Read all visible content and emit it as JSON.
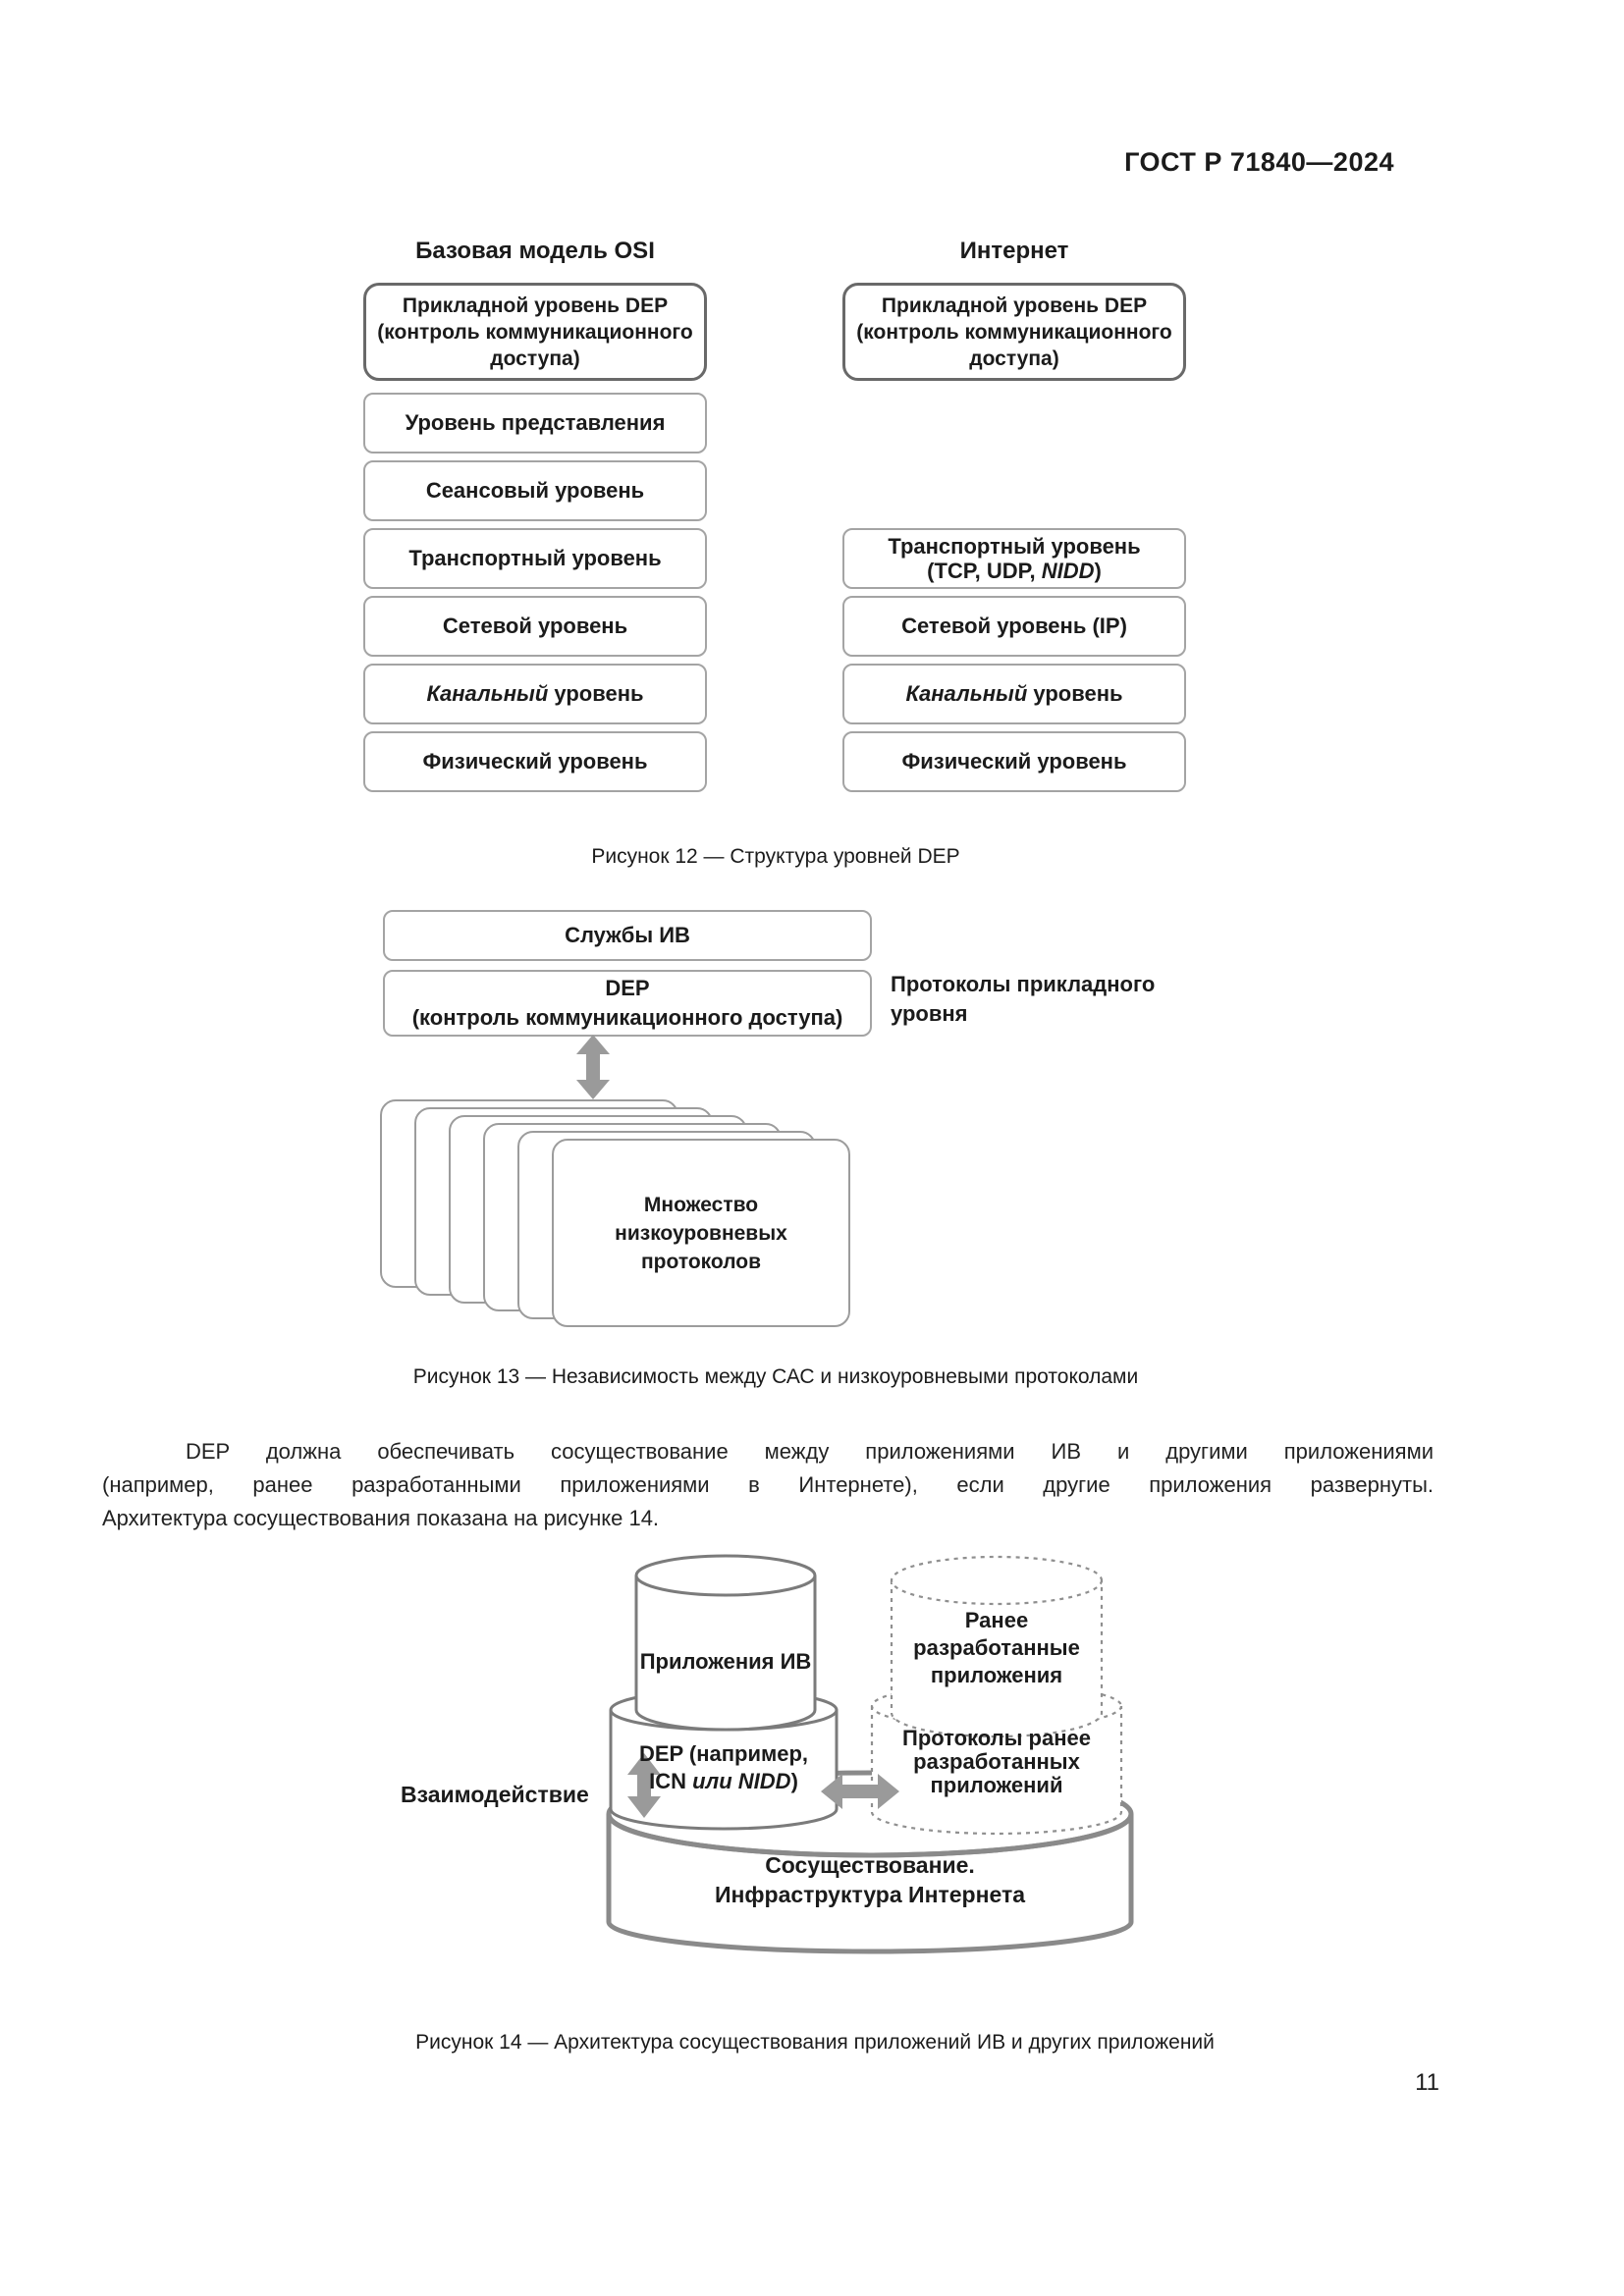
{
  "header": {
    "doc_number": "ГОСТ Р 71840—2024"
  },
  "page_number": "11",
  "figure12": {
    "left_header": "Базовая модель OSI",
    "right_header": "Интернет",
    "app_line1": "Прикладной уровень DEP",
    "app_line2": "(контроль коммуникационного",
    "app_line3": "доступа)",
    "presentation": "Уровень представления",
    "session": "Сеансовый уровень",
    "transport_left": "Транспортный уровень",
    "network_left": "Сетевой уровень",
    "datalink_italic": "Канальный",
    "datalink_rest": " уровень",
    "physical": "Физический уровень",
    "transport_right_line1": "Транспортный уровень",
    "transport_right_l2_pre": "(TCP, UDP, ",
    "transport_right_l2_italic": "NIDD",
    "transport_right_l2_post": ")",
    "network_right": "Сетевой уровень (IP)",
    "caption": "Рисунок 12 — Структура уровней DEP"
  },
  "figure13": {
    "services": "Службы ИВ",
    "dep_line1": "DEP",
    "dep_line2": "(контроль коммуникационного доступа)",
    "side_label_line1": "Протоколы прикладного",
    "side_label_line2": "уровня",
    "stack_line1": "Множество",
    "stack_line2": "низкоуровневых",
    "stack_line3": "протоколов",
    "caption": "Рисунок 13 — Независимость между САС и низкоуровневыми протоколами"
  },
  "paragraph": {
    "line1": "DEP должна обеспечивать сосуществование между приложениями ИВ и другими приложениями",
    "line2": "(например, ранее разработанными приложениями в Интернете), если другие приложения развернуты.",
    "line3": "Архитектура сосуществования показана на рисунке 14."
  },
  "figure14": {
    "iot_apps": "Приложения ИВ",
    "legacy_apps_line1": "Ранее",
    "legacy_apps_line2": "разработанные",
    "legacy_apps_line3": "приложения",
    "dep_line1": "DEP (например,",
    "dep_l2_pre": "ICN ",
    "dep_l2_italic": "или NIDD",
    "dep_l2_post": ")",
    "legacy_proto_line1": "Протоколы ранее",
    "legacy_proto_line2": "разработанных",
    "legacy_proto_line3": "приложений",
    "interaction": "Взаимодействие",
    "coexist_line1": "Сосуществование.",
    "coexist_line2": "Инфраструктура Интернета",
    "caption": "Рисунок 14 — Архитектура сосуществования приложений ИВ и других приложений"
  }
}
